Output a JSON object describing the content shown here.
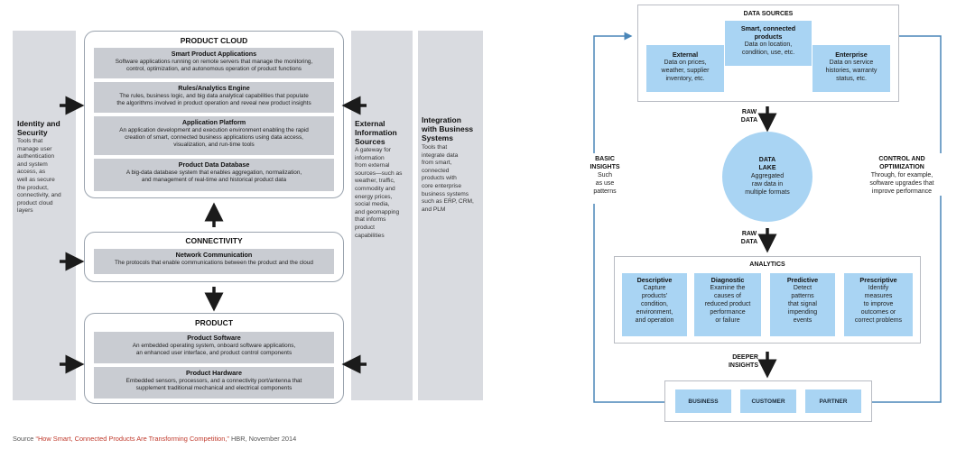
{
  "left": {
    "identity": {
      "title": "Identity and\nSecurity",
      "body": "Tools that\nmanage user\nauthentication\nand system\naccess, as\nwell as secure\nthe product,\nconnectivity, and\nproduct cloud\nlayers"
    },
    "product_cloud": {
      "title": "PRODUCT CLOUD",
      "boxes": [
        {
          "title": "Smart Product Applications",
          "body": "Software applications running on remote servers that manage the monitoring,\ncontrol, optimization, and autonomous operation of product functions"
        },
        {
          "title": "Rules/Analytics Engine",
          "body": "The rules, business logic, and big data analytical capabilities that populate\nthe algorithms involved in product operation and reveal new product insights"
        },
        {
          "title": "Application Platform",
          "body": "An application development and execution environment enabling the rapid\ncreation of smart, connected business applications using data access,\nvisualization, and run-time tools"
        },
        {
          "title": "Product Data Database",
          "body": "A big-data database system that enables aggregation, normalization,\nand management of real-time and historical product data"
        }
      ]
    },
    "connectivity": {
      "title": "CONNECTIVITY",
      "box": {
        "title": "Network Communication",
        "body": "The protocols that enable communications between the product and the cloud"
      }
    },
    "product": {
      "title": "PRODUCT",
      "boxes": [
        {
          "title": "Product Software",
          "body": "An embedded operating system, onboard software applications,\nan enhanced user interface, and product control components"
        },
        {
          "title": "Product Hardware",
          "body": "Embedded sensors, processors, and a connectivity port/antenna that\nsupplement traditional mechanical and electrical components"
        }
      ]
    },
    "external": {
      "title": "External\nInformation\nSources",
      "body": "A gateway for\ninformation\nfrom external\nsources—such as\nweather, traffic,\ncommodity and\nenergy prices,\nsocial media,\nand geomapping\nthat informs\nproduct\ncapabilities"
    },
    "integration": {
      "title": "Integration\nwith Business\nSystems",
      "body": "Tools that\nintegrate data\nfrom smart,\nconnected\nproducts with\ncore enterprise\nbusiness systems\nsuch as ERP, CRM,\nand PLM"
    }
  },
  "right": {
    "data_sources": {
      "title": "DATA SOURCES",
      "smart": {
        "title": "Smart, connected\nproducts",
        "body": "Data on location,\ncondition, use, etc."
      },
      "external": {
        "title": "External",
        "body": "Data on prices,\nweather, supplier\ninventory, etc."
      },
      "enterprise": {
        "title": "Enterprise",
        "body": "Data on service\nhistories, warranty\nstatus, etc."
      }
    },
    "raw_data_1": "RAW\nDATA",
    "data_lake": {
      "title": "DATA\nLAKE",
      "body": "Aggregated\nraw data in\nmultiple formats"
    },
    "raw_data_2": "RAW\nDATA",
    "basic_insights": {
      "title": "BASIC\nINSIGHTS",
      "body": "Such\nas use\npatterns"
    },
    "control": {
      "title": "CONTROL AND\nOPTIMIZATION",
      "body": "Through, for example,\nsoftware upgrades that\nimprove performance"
    },
    "analytics": {
      "title": "ANALYTICS",
      "items": [
        {
          "title": "Descriptive",
          "body": "Capture\nproducts'\ncondition,\nenvironment,\nand operation"
        },
        {
          "title": "Diagnostic",
          "body": "Examine the\ncauses of\nreduced product\nperformance\nor failure"
        },
        {
          "title": "Predictive",
          "body": "Detect\npatterns\nthat signal\nimpending\nevents"
        },
        {
          "title": "Prescriptive",
          "body": "Identify\nmeasures\nto improve\noutcomes or\ncorrect problems"
        }
      ]
    },
    "deeper_insights": "DEEPER\nINSIGHTS",
    "stakeholders": [
      "BUSINESS",
      "CUSTOMER",
      "PARTNER"
    ]
  },
  "source": {
    "prefix": "Source ",
    "link": "“How Smart, Connected Products Are Transforming Competition,”",
    "suffix": " HBR, November 2014"
  },
  "colors": {
    "grey_column": "#d9dbe0",
    "grey_box": "#c9ccd2",
    "blue_box": "#a9d4f3",
    "blue_line": "#4a86b8",
    "source_link": "#c0392b"
  }
}
